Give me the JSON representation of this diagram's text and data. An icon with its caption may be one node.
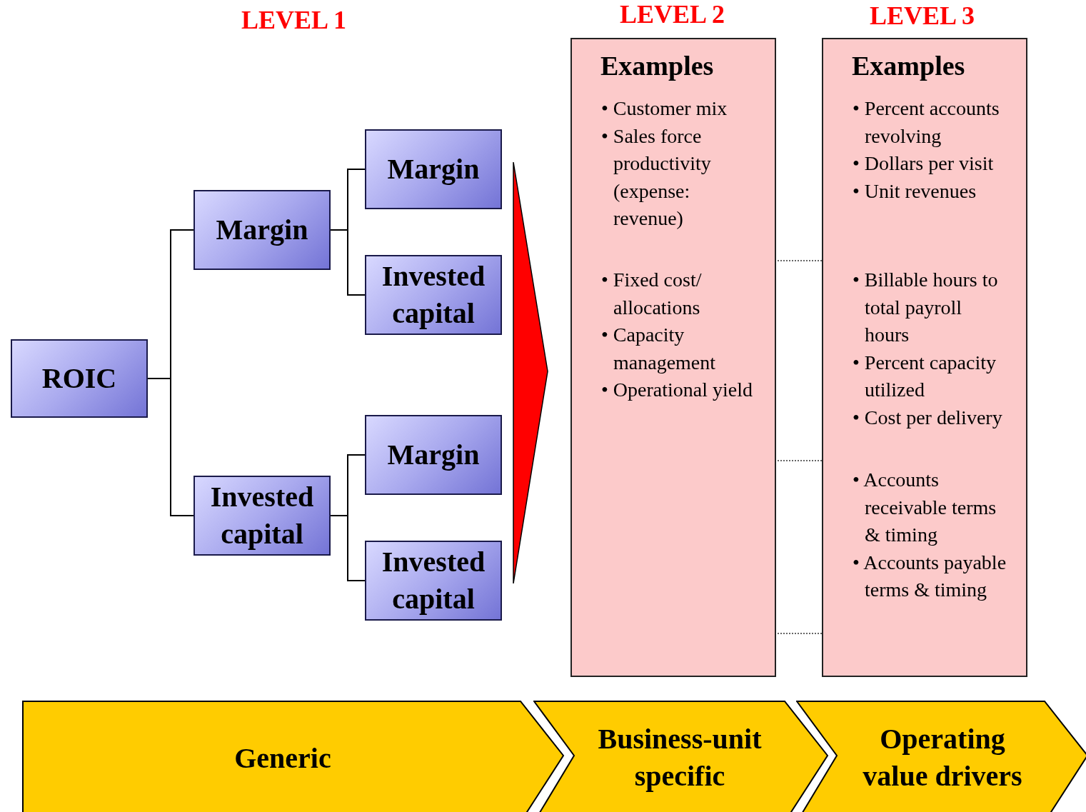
{
  "diagram": {
    "nodes": [
      {
        "text": [
          "ROIC"
        ]
      },
      {
        "text": [
          "Margin"
        ]
      },
      {
        "text": [
          "Invested capital"
        ]
      },
      {
        "text": [
          "Margin"
        ]
      },
      {
        "text": [
          "Invested capital"
        ]
      },
      {
        "text": [
          "Margin"
        ]
      },
      {
        "text": [
          "Invested capital"
        ]
      },
      {
        "text": [
          "Examples"
        ]
      },
      {
        "text": [
          "• Customer mix",
          "• Sales force productivity (expense: revenue)"
        ],
        "in": 7
      },
      {
        "text": [
          "• Fixed cost/ allocations",
          "• Capacity management",
          "• Operational yield"
        ],
        "in": 7
      },
      {
        "text": [
          "Examples"
        ]
      },
      {
        "text": [
          "• Percent accounts revolving",
          "• Dollars per visit",
          "• Unit revenues"
        ],
        "in": 10
      },
      {
        "text": [
          "• Billable hours to total payroll hours",
          "• Percent capacity utilized",
          "• Cost per delivery"
        ],
        "in": 10
      },
      {
        "text": [
          "• Accounts receivable terms & timing",
          "• Accounts payable terms & timing"
        ],
        "in": 10
      },
      {
        "text": [
          "Generic"
        ]
      },
      {
        "text": [
          "Business-unit specific"
        ]
      },
      {
        "text": [
          "Operating value drivers"
        ]
      }
    ],
    "edges": [
      {
        "from": 0,
        "to": 1,
        "arrow": "none"
      },
      {
        "from": 0,
        "to": 2,
        "arrow": "none"
      },
      {
        "from": 1,
        "to": 3,
        "arrow": "none"
      },
      {
        "from": 1,
        "to": 4,
        "arrow": "none"
      },
      {
        "from": 2,
        "to": 5,
        "arrow": "none"
      },
      {
        "from": 2,
        "to": 6,
        "arrow": "none"
      }
    ],
    "labels": [
      "LEVEL 1",
      "LEVEL 2",
      "LEVEL 3"
    ]
  }
}
